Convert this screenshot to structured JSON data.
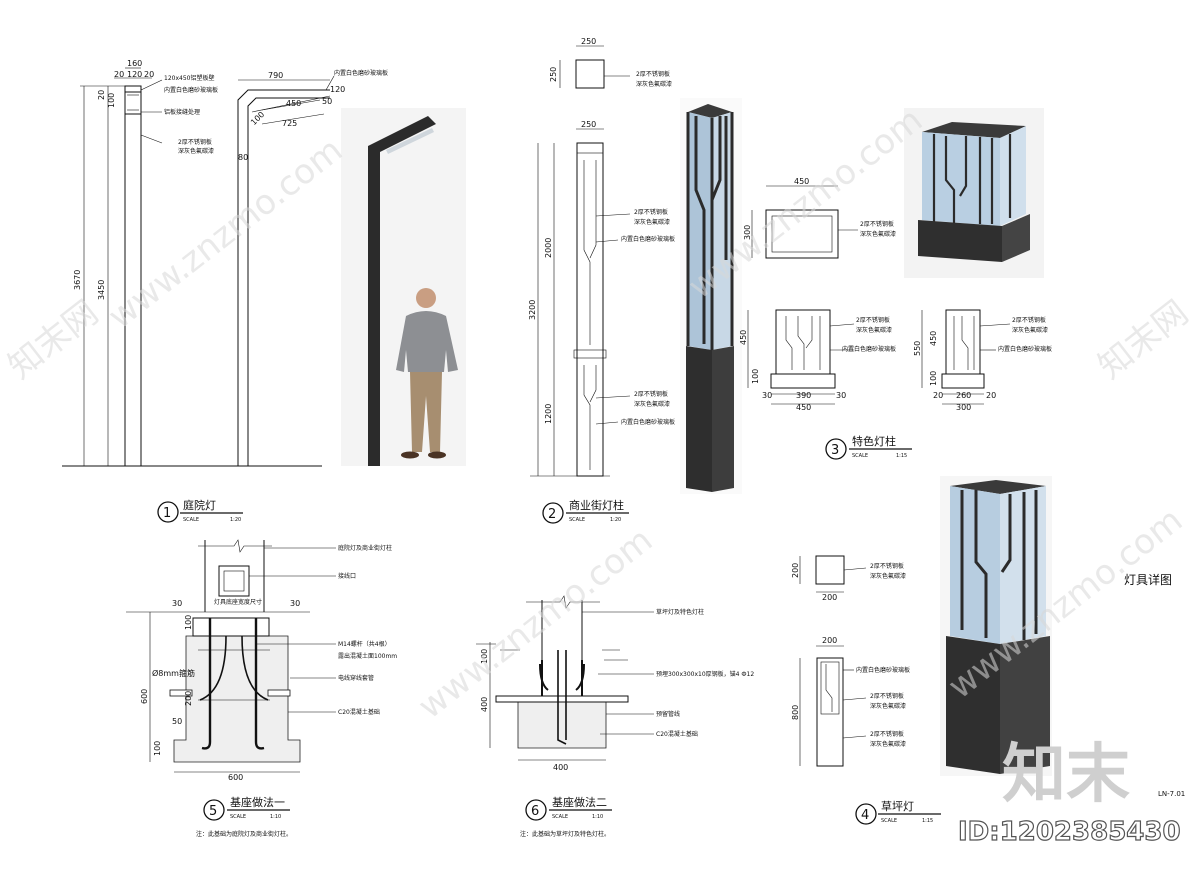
{
  "drawings": {
    "d1": {
      "number": "1",
      "title": "庭院灯",
      "scale_label": "SCALE",
      "scale": "1:20",
      "dims": [
        "160",
        "20",
        "120",
        "20",
        "120x450铝塑板壁",
        "内置白色磨砂玻璃板",
        "铝板接缝处理",
        "2厚不锈钢板",
        "深灰色氟碳漆",
        "20",
        "100",
        "3670",
        "3450",
        "790",
        "450",
        "725",
        "100",
        "50",
        "120",
        "80",
        "内置白色磨砂玻璃板"
      ]
    },
    "d2": {
      "number": "2",
      "title": "商业街灯柱",
      "scale_label": "SCALE",
      "scale": "1:20",
      "dims": [
        "250",
        "250",
        "250",
        "3200",
        "2000",
        "1200"
      ],
      "notes": [
        "2厚不锈钢板",
        "深灰色氟碳漆",
        "2厚不锈钢板",
        "深灰色氟碳漆",
        "内置白色磨砂玻璃板",
        "2厚不锈钢板",
        "深灰色氟碳漆",
        "内置白色磨砂玻璃板"
      ]
    },
    "d3": {
      "number": "3",
      "title": "特色灯柱",
      "scale_label": "SCALE",
      "scale": "1:15",
      "dims": [
        "450",
        "300",
        "450",
        "100",
        "390",
        "30",
        "30",
        "450",
        "550",
        "450",
        "100",
        "260",
        "20",
        "20",
        "300"
      ],
      "notes": [
        "2厚不锈钢板",
        "深灰色氟碳漆",
        "2厚不锈钢板",
        "深灰色氟碳漆",
        "内置白色磨砂玻璃板",
        "2厚不锈钢板",
        "深灰色氟碳漆",
        "内置白色磨砂玻璃板"
      ]
    },
    "d4": {
      "number": "4",
      "title": "草坪灯",
      "scale_label": "SCALE",
      "scale": "1:15",
      "dims": [
        "200",
        "200",
        "200",
        "800"
      ],
      "notes": [
        "2厚不锈钢板",
        "深灰色氟碳漆",
        "内置白色磨砂玻璃板",
        "2厚不锈钢板",
        "深灰色氟碳漆",
        "2厚不锈钢板",
        "深灰色氟碳漆"
      ]
    },
    "d5": {
      "number": "5",
      "title": "基座做法一",
      "scale_label": "SCALE",
      "scale": "1:10",
      "note": "注：此基础为庭院灯及商业街灯柱。",
      "dims": [
        "30",
        "30",
        "100",
        "600",
        "200",
        "50",
        "100",
        "600",
        "Ø8mm箍筋"
      ],
      "notes": [
        "庭院灯及商业街灯柱",
        "接线口",
        "灯具底座宽度尺寸",
        "M14螺杆（共4根）",
        "露出混凝土面100mm",
        "电线穿线套管",
        "C20混凝土基础"
      ]
    },
    "d6": {
      "number": "6",
      "title": "基座做法二",
      "scale_label": "SCALE",
      "scale": "1:10",
      "note": "注：此基础为草坪灯及特色灯柱。",
      "dims": [
        "100",
        "400",
        "400"
      ],
      "notes": [
        "草坪灯及特色灯柱",
        "预埋300x300x10厚钢板，锚4 Ф12",
        "预留管线",
        "C20混凝土基础"
      ]
    }
  },
  "detail_label": "灯具详图",
  "sheet_code": "LN-7.01",
  "footer_text": "ID:1202385430",
  "watermark_brand": "知末",
  "watermark_text": "www.znzmo.com",
  "watermark_cn": "知末网"
}
